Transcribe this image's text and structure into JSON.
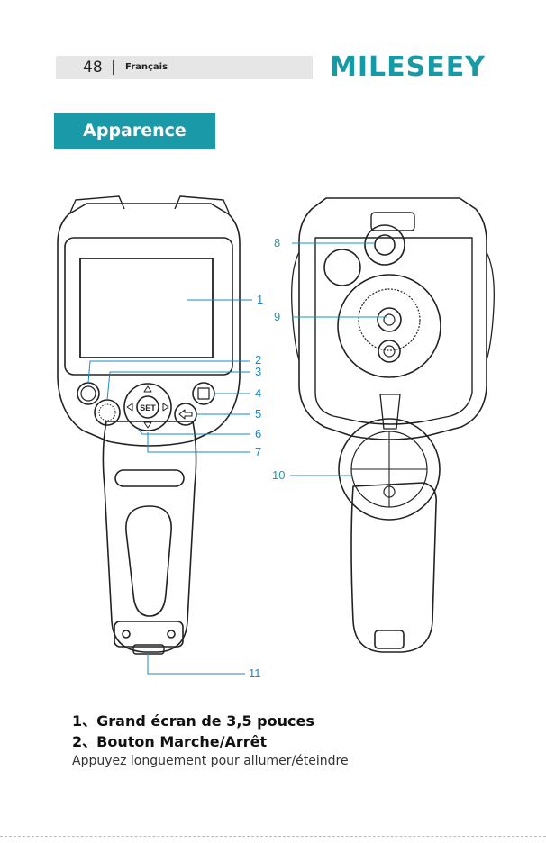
{
  "header": {
    "page_number": "48",
    "language": "Français",
    "brand": "MILESEEY"
  },
  "section": {
    "title": "Apparence"
  },
  "diagram": {
    "callouts": [
      "1",
      "2",
      "3",
      "4",
      "5",
      "6",
      "7",
      "8",
      "9",
      "10",
      "11"
    ],
    "set_label": "SET"
  },
  "descriptions": [
    {
      "title": "1、Grand écran de 3,5 pouces"
    },
    {
      "title": "2、Bouton Marche/Arrêt",
      "text": "Appuyez longuement pour allumer/éteindre"
    }
  ],
  "colors": {
    "brand": "#169aa6",
    "tag_bg": "#1a9aa8",
    "callout_front": "#1a88c9"
  }
}
